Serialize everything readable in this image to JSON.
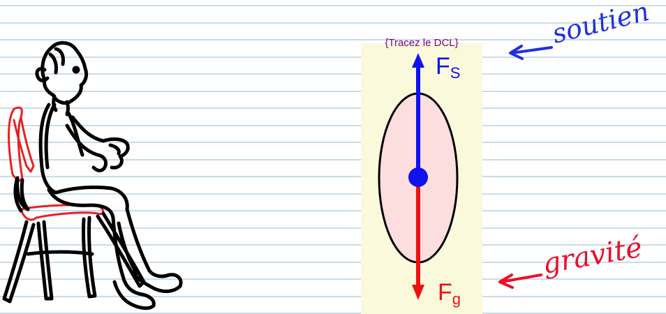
{
  "diagram": {
    "instruction": "{Tracez le DCL}",
    "force_support": {
      "symbol": "F",
      "subscript": "S",
      "color": "#1010f0"
    },
    "force_gravity": {
      "symbol": "F",
      "subscript": "g",
      "color": "#ee1111"
    },
    "annotation_support": "soutien",
    "annotation_gravity": "gravité",
    "colors": {
      "panel": "#fbf9dc",
      "body_fill": "#fcdede",
      "notebook_line": "#a9c8dc",
      "annotation_blue": "#2030e0",
      "annotation_red": "#e8102a",
      "instruction_color": "#800080",
      "chair": "#e82020"
    }
  }
}
